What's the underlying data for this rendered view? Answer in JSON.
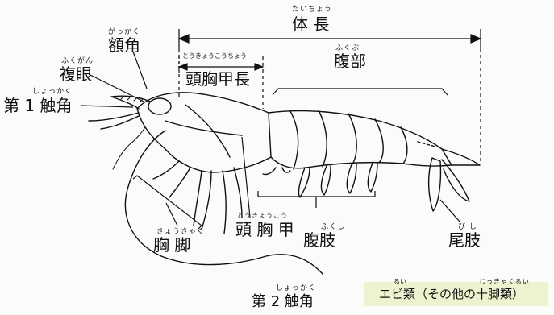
{
  "labels": {
    "body_length": {
      "text": "体 長",
      "ruby": "たいちょう"
    },
    "rostrum": {
      "text": "額角",
      "ruby": "がっかく"
    },
    "compound_eye": {
      "text": "複眼",
      "ruby": "ふくがん"
    },
    "first_antenna": {
      "text": "第 1 触角",
      "ruby": "しょっかく"
    },
    "carapace_length": {
      "text": "頭胸甲長",
      "ruby": "とうきょうこうちょう"
    },
    "abdomen": {
      "text": "腹部",
      "ruby": "ふくぶ"
    },
    "carapace": {
      "text": "頭 胸 甲",
      "ruby": "とうきょうこう"
    },
    "pleopod": {
      "text": "腹肢",
      "ruby": "ふくし"
    },
    "uropod": {
      "text": "尾肢",
      "ruby": "び し"
    },
    "pereiopod": {
      "text": "胸 脚",
      "ruby": "きょうきゃく"
    },
    "second_antenna": {
      "text": "第 2 触角",
      "ruby": "しょっかく"
    }
  },
  "caption": {
    "text": "エビ類（その他の十脚類）",
    "ruby_a": "るい",
    "ruby_b": "じっきゃくるい"
  },
  "colors": {
    "line": "#111111",
    "caption_bg": "#eef3cf",
    "background": "#fbfbf9"
  }
}
